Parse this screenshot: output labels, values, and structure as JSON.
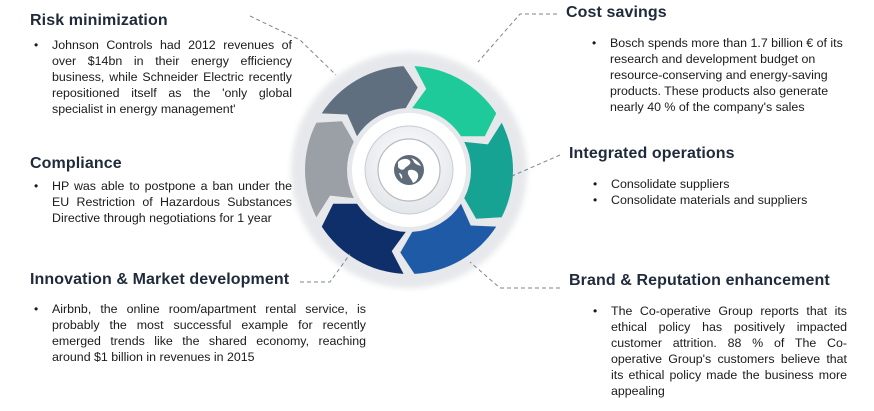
{
  "sections": [
    {
      "id": "risk",
      "title": "Risk minimization",
      "bullets": [
        "Johnson Controls had 2012 revenues of over $14bn in their energy efficiency business, while Schneider Electric recently repositioned itself as the 'only global specialist in energy management'"
      ]
    },
    {
      "id": "compliance",
      "title": "Compliance",
      "bullets": [
        "HP was able to postpone a ban under the EU Restriction of Hazardous Substances Directive through negotiations for 1 year"
      ]
    },
    {
      "id": "innovation",
      "title": "Innovation & Market development",
      "bullets": [
        "Airbnb, the online room/apartment rental service, is probably the most successful example for recently emerged trends like the shared economy, reaching around $1 billion in revenues in 2015"
      ]
    },
    {
      "id": "cost",
      "title": "Cost savings",
      "bullets": [
        "Bosch spends more than 1.7 billion € of its research and development budget on resource-conserving and energy-saving products. These products also generate nearly 40 % of the company's sales"
      ]
    },
    {
      "id": "operations",
      "title": "Integrated operations",
      "bullets": [
        "Consolidate suppliers",
        "Consolidate materials and suppliers"
      ]
    },
    {
      "id": "brand",
      "title": "Brand & Reputation enhancement",
      "bullets": [
        "The Co-operative Group reports that its ethical policy has positively impacted customer attrition. 88 % of The Co-operative Group's customers believe that its ethical policy made the business more appealing"
      ]
    }
  ],
  "center_icon": "globe-icon",
  "colors": {
    "segment_risk": "#5f6f80",
    "segment_cost": "#1ec99a",
    "segment_operations": "#16a394",
    "segment_brand": "#1f5aa6",
    "segment_innovation": "#0f2f6b",
    "segment_compliance": "#9aa0a6",
    "connector": "#7a8594"
  }
}
